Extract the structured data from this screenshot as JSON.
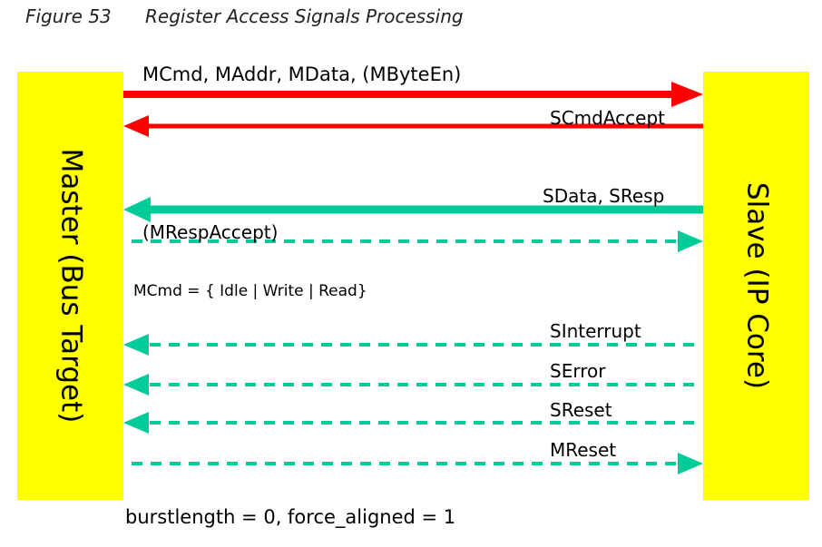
{
  "figure": {
    "number": "Figure 53",
    "title": "Register Access Signals Processing"
  },
  "master": {
    "label": "Master (Bus Target)"
  },
  "slave": {
    "label": "Slave (IP Core)"
  },
  "colors": {
    "box": "#ffff00",
    "request": "#ff0000",
    "response": "#00cc99"
  },
  "signals": [
    {
      "id": "mcmd",
      "label": "MCmd, MAddr, MData, (MByteEn)",
      "direction": "to-slave",
      "style": "solid",
      "color": "#ff0000"
    },
    {
      "id": "scmdaccept",
      "label": "SCmdAccept",
      "direction": "to-master",
      "style": "solid",
      "color": "#ff0000"
    },
    {
      "id": "sdata",
      "label": "SData, SResp",
      "direction": "to-master",
      "style": "solid",
      "color": "#00cc99"
    },
    {
      "id": "mrespaccept",
      "label": "(MRespAccept)",
      "direction": "to-slave",
      "style": "dashed",
      "color": "#00cc99"
    },
    {
      "id": "sinterrupt",
      "label": "SInterrupt",
      "direction": "to-master",
      "style": "dashed",
      "color": "#00cc99"
    },
    {
      "id": "serror",
      "label": "SError",
      "direction": "to-master",
      "style": "dashed",
      "color": "#00cc99"
    },
    {
      "id": "sreset",
      "label": "SReset",
      "direction": "to-master",
      "style": "dashed",
      "color": "#00cc99"
    },
    {
      "id": "mreset",
      "label": "MReset",
      "direction": "to-slave",
      "style": "dashed",
      "color": "#00cc99"
    }
  ],
  "note": "MCmd = { Idle | Write | Read}",
  "footer": "burstlength = 0, force_aligned = 1"
}
